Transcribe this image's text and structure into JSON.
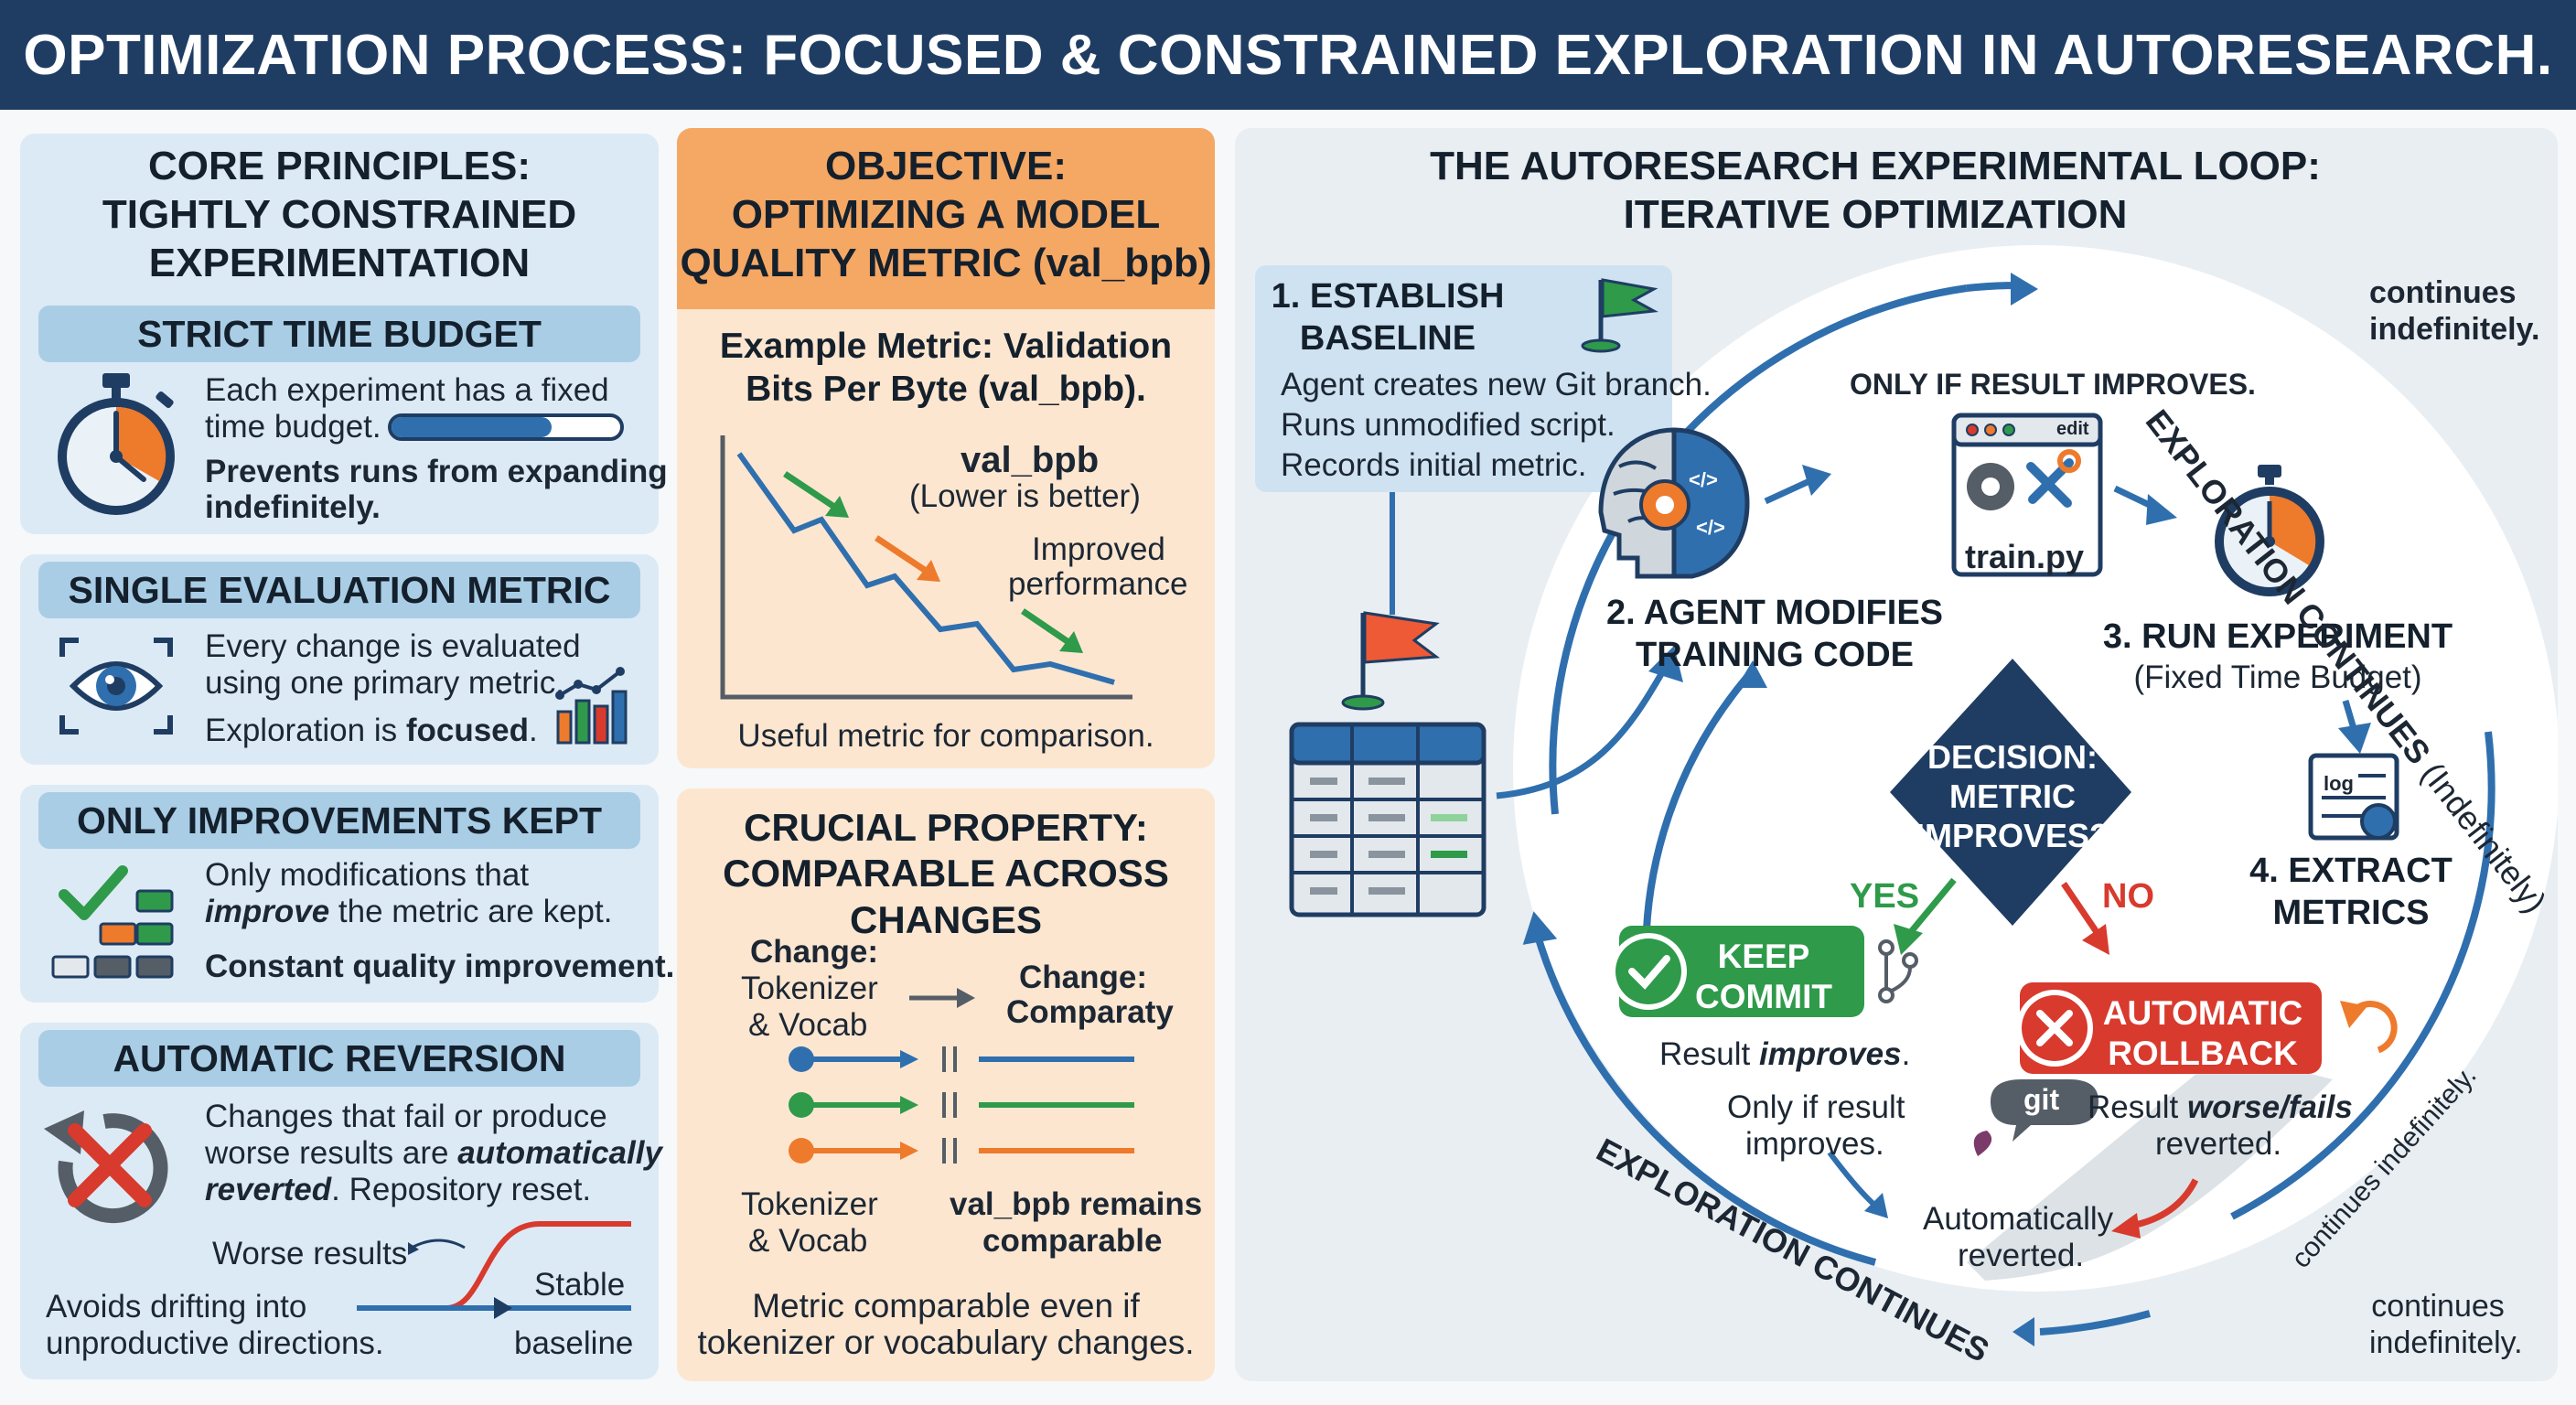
{
  "header": {
    "title": "OPTIMIZATION PROCESS: FOCUSED & CONSTRAINED EXPLORATION IN AUTORESEARCH."
  },
  "core": {
    "title_l1": "CORE PRINCIPLES:",
    "title_l2": "TIGHTLY CONSTRAINED",
    "title_l3": "EXPERIMENTATION",
    "time": {
      "title": "STRICT TIME BUDGET",
      "t1": "Each experiment has a fixed",
      "t2": "time budget.",
      "t3": "Prevents runs from expanding",
      "t4": "indefinitely.",
      "progress": 0.7
    },
    "metric": {
      "title": "SINGLE EVALUATION METRIC",
      "t1": "Every change is evaluated",
      "t2": "using one primary metric.",
      "t3a": "Exploration is ",
      "t3b": "focused",
      "t3c": "."
    },
    "improve": {
      "title": "ONLY IMPROVEMENTS KEPT",
      "t1": "Only modifications that",
      "t2a": "improve",
      "t2b": " the metric are kept.",
      "t3": "Constant quality improvement."
    },
    "revert": {
      "title": "AUTOMATIC REVERSION",
      "t1": "Changes that fail or produce",
      "t2a": "worse results are ",
      "t2b": "automatically",
      "t3a": "reverted",
      "t3b": ". Repository reset.",
      "worse": "Worse results",
      "stable": "Stable",
      "baseline": "baseline",
      "avoid1": "Avoids drifting into",
      "avoid2": "unproductive directions."
    }
  },
  "objective": {
    "title_l1": "OBJECTIVE:",
    "title_l2": "OPTIMIZING A MODEL",
    "title_l3": "QUALITY METRIC (val_bpb)",
    "ex1": "Example Metric: Validation",
    "ex2": "Bits Per Byte (val_bpb).",
    "metric_name": "val_bpb",
    "metric_note": "(Lower is better)",
    "improved1": "Improved",
    "improved2": "performance",
    "useful": "Useful metric for comparison."
  },
  "property": {
    "title_l1": "CRUCIAL PROPERTY:",
    "title_l2": "COMPARABLE ACROSS",
    "title_l3": "CHANGES",
    "change1": "Change:",
    "tok1": "Tokenizer",
    "vocab1": "& Vocab",
    "change2": "Change:",
    "compare": "Comparaty",
    "tok2": "Tokenizer",
    "vocab2": "& Vocab",
    "remains1": "val_bpb remains",
    "remains2": "comparable",
    "foot1": "Metric comparable even if",
    "foot2": "tokenizer or vocabulary changes."
  },
  "loop": {
    "title_l1": "THE AUTORESEARCH EXPERIMENTAL LOOP:",
    "title_l2": "ITERATIVE OPTIMIZATION",
    "baseline": {
      "t1": "1. ESTABLISH",
      "t2": "BASELINE",
      "d1": "Agent creates new Git branch.",
      "d2": "Runs unmodified script.",
      "d3": "Records initial metric."
    },
    "only_if": "ONLY IF RESULT IMPROVES.",
    "edit_label": "edit",
    "file": "train.py",
    "step2_l1": "2. AGENT MODIFIES",
    "step2_l2": "TRAINING CODE",
    "step3_l1": "3. RUN EXPERIMENT",
    "step3_l2": "(Fixed Time Budget)",
    "step4_l1": "4. EXTRACT",
    "step4_l2": "METRICS",
    "log": "log",
    "decision_l1": "DECISION:",
    "decision_l2": "METRIC",
    "decision_l3": "IMPROVES?",
    "yes": "YES",
    "no": "NO",
    "keep_l1": "KEEP",
    "keep_l2": "COMMIT",
    "keep_d1a": "Result ",
    "keep_d1b": "improves",
    ".": ".",
    "keep_d2": "Only if result",
    "keep_d3": "improves.",
    "rollback_l1": "AUTOMATIC",
    "rollback_l2": "ROLLBACK",
    "rb_d1a": "Result ",
    "rb_d1b": "worse/fails",
    "rb_d2": "reverted.",
    "git": "git",
    "auto1": "Automatically",
    "auto2": "reverted.",
    "ring_top": "EXPLORATION CONTINUES",
    "ring_top_paren": "(Indefinitely)",
    "ring_bottom": "EXPLORATION CONTINUES",
    "ring_right": "continues indefinitely.",
    "cont1": "continues",
    "cont2": "indefinitely.",
    "cont3": "continues",
    "cont4": "indefinitely."
  },
  "colors": {
    "navy": "#1f3d63",
    "blue": "#2f6fae",
    "green": "#2e9a4a",
    "orange": "#ee7a2c",
    "red": "#d83a2e"
  }
}
